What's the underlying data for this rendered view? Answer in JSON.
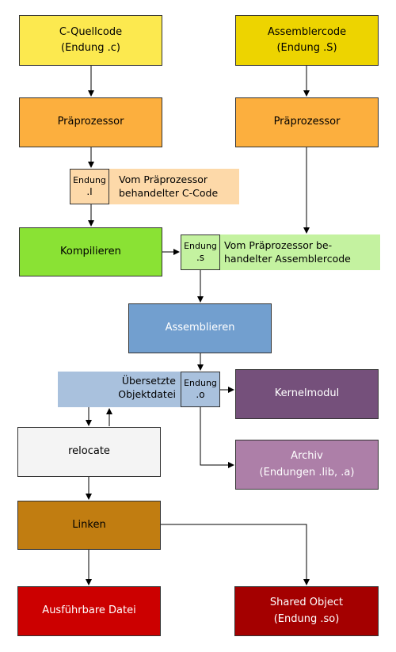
{
  "nodes": {
    "c_source": {
      "line1": "C-Quellcode",
      "line2": "(Endung .c)",
      "color": "#fce94f"
    },
    "asm_source": {
      "line1": "Assemblercode",
      "line2": "(Endung .S)",
      "color": "#edd400"
    },
    "prep_c": {
      "label": "Präprozessor",
      "color": "#fcaf3e"
    },
    "prep_asm": {
      "label": "Präprozessor",
      "color": "#fcaf3e"
    },
    "ext_i": {
      "line1": "Endung",
      "line2": ".I",
      "desc_line1": "Vom Präprozessor",
      "desc_line2": "behandelter C-Code",
      "color": "#fdd9a9"
    },
    "compile": {
      "label": "Kompilieren",
      "color": "#8ae234"
    },
    "ext_s": {
      "line1": "Endung",
      "line2": ".s",
      "desc_line1": "Vom Präprozessor be-",
      "desc_line2": "handelter Assemblercode",
      "color": "#c4f2a0"
    },
    "assemble": {
      "label": "Assemblieren",
      "color": "#729fcf"
    },
    "ext_o": {
      "line1": "Endung",
      "line2": ".o",
      "desc_line1": "Übersetzte",
      "desc_line2": "Objektdatei",
      "color": "#a9c1dd"
    },
    "kernel": {
      "label": "Kernelmodul",
      "color": "#75507b"
    },
    "relocate": {
      "label": "relocate",
      "color": "#f4f4f4"
    },
    "archive": {
      "line1": "Archiv",
      "line2": "(Endungen .lib, .a)",
      "color": "#ad7fa8"
    },
    "link": {
      "label": "Linken",
      "color": "#c17d11"
    },
    "executable": {
      "label": "Ausführbare Datei",
      "color": "#cc0000"
    },
    "shared": {
      "line1": "Shared Object",
      "line2": "(Endung .so)",
      "color": "#a40000"
    }
  }
}
